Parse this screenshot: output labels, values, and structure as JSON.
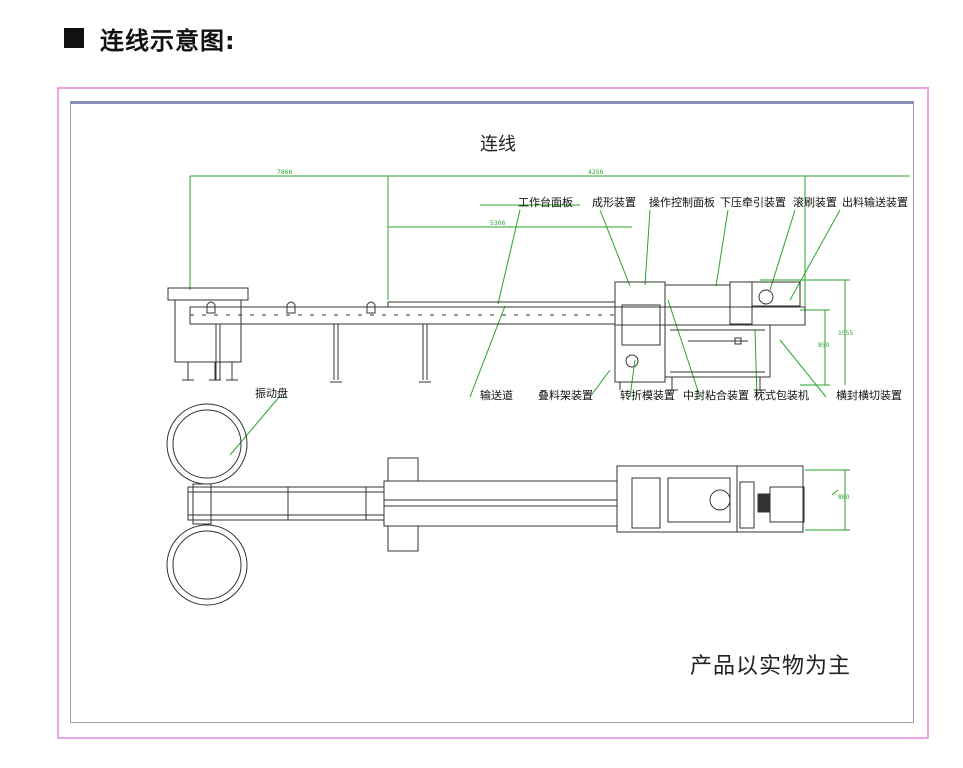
{
  "heading": "连线示意图:",
  "diagram_title": "连线",
  "note": "产品以实物为主",
  "labels": {
    "work_table": "工作台面板",
    "forming": "成形装置",
    "control_panel": "操作控制面板",
    "press_traction": "下压牵引装置",
    "brush": "滚刷装置",
    "outfeed": "出料输送装置",
    "conveyor": "输送道",
    "film_rack": "叠料架装置",
    "folding": "转折模装置",
    "center_seal": "中封粘合装置",
    "pillow_packer": "枕式包装机",
    "end_seal": "横封横切装置",
    "vibrator": "振动盘"
  },
  "dimensions": {
    "d1": "7866",
    "d2": "4256",
    "d3": "5306",
    "d4": "1055",
    "d5": "850",
    "d6": "880"
  },
  "colors": {
    "frame": "#e9a6e3",
    "dimension": "#2aa52a",
    "line": "#333333"
  }
}
